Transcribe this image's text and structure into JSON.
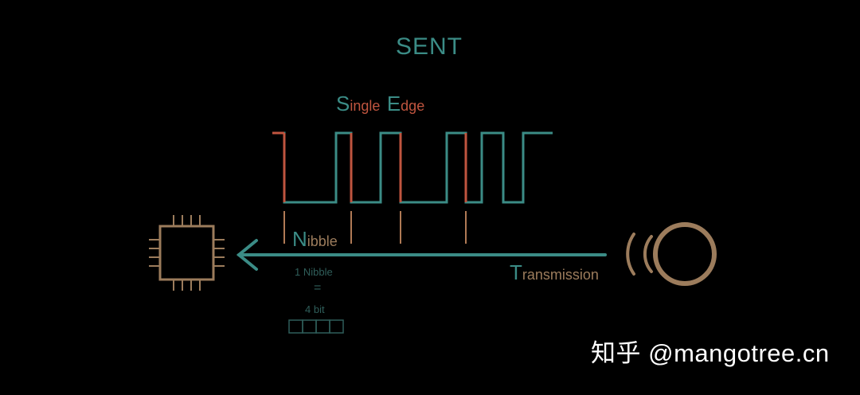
{
  "title": "SENT",
  "single_edge": {
    "s_letter": "S",
    "s_rest": "ingle",
    "e_letter": "E",
    "e_rest": "dge"
  },
  "nibble": {
    "first": "N",
    "rest": "ibble"
  },
  "transmission": {
    "first": "T",
    "rest": "ransmission"
  },
  "nibble_note": {
    "line1": "1 Nibble",
    "line2": "=",
    "line3": "4 bit",
    "cells": 4
  },
  "watermark": "知乎 @mangotree.cn",
  "colors": {
    "teal": "#3b8c86",
    "red": "#c0553f",
    "brown": "#9c7c5c",
    "background": "#000000"
  },
  "icons": {
    "ecu": "chip-icon",
    "sensor": "sensor-signal-icon",
    "arrow": "left-arrow-icon"
  }
}
